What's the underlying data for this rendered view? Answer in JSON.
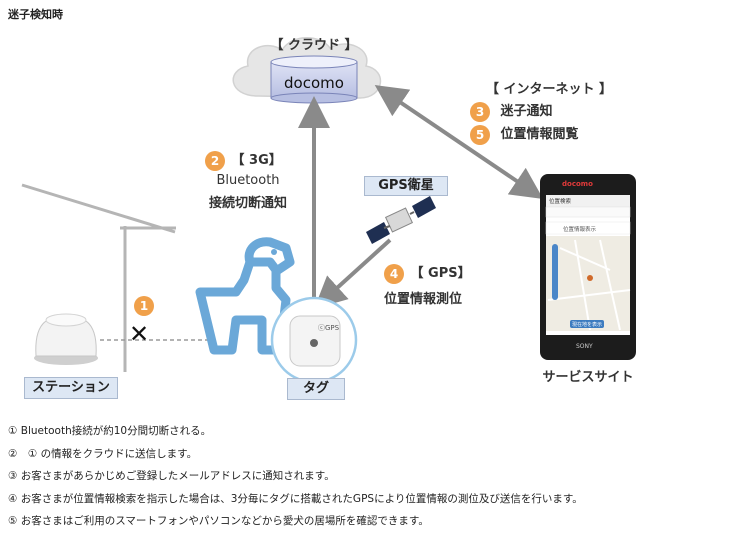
{
  "title": "迷子検知時",
  "cloud": {
    "label": "【 クラウド 】",
    "name": "docomo"
  },
  "internet": {
    "label": "【 インターネット 】",
    "step3_num": "3",
    "step3_text": "迷子通知",
    "step5_num": "5",
    "step5_text": "位置情報閲覧"
  },
  "link3g": {
    "num": "2",
    "label": "【 3G】",
    "line1": "Bluetooth",
    "line2": "接続切断通知"
  },
  "gps": {
    "satellite_label": "GPS衛星",
    "num": "4",
    "label": "【 GPS】",
    "line2": "位置情報測位"
  },
  "station": {
    "num": "1",
    "cross": "✕",
    "label": "ステーション"
  },
  "tag": {
    "label": "タグ",
    "device_brand": "ⓒGPS"
  },
  "phone": {
    "brand": "docomo",
    "maker": "SONY",
    "label": "サービスサイト",
    "screen_header": "位置検索",
    "screen_field": "位置情報表示",
    "screen_button": "現在地を表示"
  },
  "notes": [
    "① Bluetooth接続が約10分間切断される。",
    "②　① の情報をクラウドに送信します。",
    "③ お客さまがあらかじめご登録したメールアドレスに通知されます。",
    "④ お客さまが位置情報検索を指示した場合は、3分毎にタグに搭載されたGPSにより位置情報の測位及び送信を行います。",
    "⑤ お客さまはご利用のスマートフォンやパソコンなどから愛犬の居場所を確認できます。"
  ],
  "colors": {
    "arrow": "#8a8a8a",
    "badge": "#f0a04a",
    "dog": "#6ba8d8",
    "cylinder": "#c9cfea"
  }
}
